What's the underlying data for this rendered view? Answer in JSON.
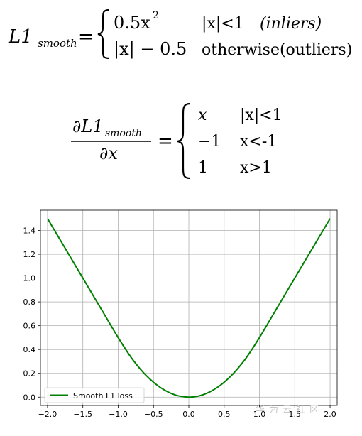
{
  "formula1": {
    "lhs_base": "L1",
    "lhs_sub": "smooth",
    "equals": "=",
    "case1_expr": "0.5x",
    "case1_exp": "2",
    "case1_cond": "|x|<1",
    "case1_note": "(inliers)",
    "case2_expr": "|x| − 0.5",
    "case2_cond": "otherwise(outliers)"
  },
  "formula2": {
    "num_base": "∂L1",
    "num_sub": "smooth",
    "den": "∂x",
    "equals": "=",
    "cases": [
      {
        "expr": "x",
        "cond": "|x|<1"
      },
      {
        "expr": "−1",
        "cond": "x<-1"
      },
      {
        "expr": "1",
        "cond": "x>1"
      }
    ]
  },
  "watermark": "华为云社区",
  "chart_data": {
    "type": "line",
    "title": "",
    "xlabel": "",
    "ylabel": "",
    "xlim": [
      -2.1,
      2.1
    ],
    "ylim": [
      -0.07,
      1.57
    ],
    "xticks": [
      -2.0,
      -1.5,
      -1.0,
      -0.5,
      0.0,
      0.5,
      1.0,
      1.5,
      2.0
    ],
    "xticklabels": [
      "−2.0",
      "−1.5",
      "−1.0",
      "−0.5",
      "0.0",
      "0.5",
      "1.0",
      "1.5",
      "2.0"
    ],
    "yticks": [
      0.0,
      0.2,
      0.4,
      0.6,
      0.8,
      1.0,
      1.2,
      1.4
    ],
    "yticklabels": [
      "0.0",
      "0.2",
      "0.4",
      "0.6",
      "0.8",
      "1.0",
      "1.2",
      "1.4"
    ],
    "grid": true,
    "legend_position": "lower-left",
    "series": [
      {
        "name": "Smooth L1 loss",
        "color": "#008000",
        "x": [
          -2.0,
          -1.8,
          -1.6,
          -1.4,
          -1.2,
          -1.0,
          -0.8,
          -0.6,
          -0.4,
          -0.2,
          0.0,
          0.2,
          0.4,
          0.6,
          0.8,
          1.0,
          1.2,
          1.4,
          1.6,
          1.8,
          2.0
        ],
        "y": [
          1.5,
          1.3,
          1.1,
          0.9,
          0.7,
          0.5,
          0.32,
          0.18,
          0.08,
          0.02,
          0.0,
          0.02,
          0.08,
          0.18,
          0.32,
          0.5,
          0.7,
          0.9,
          1.1,
          1.3,
          1.5
        ]
      }
    ]
  }
}
